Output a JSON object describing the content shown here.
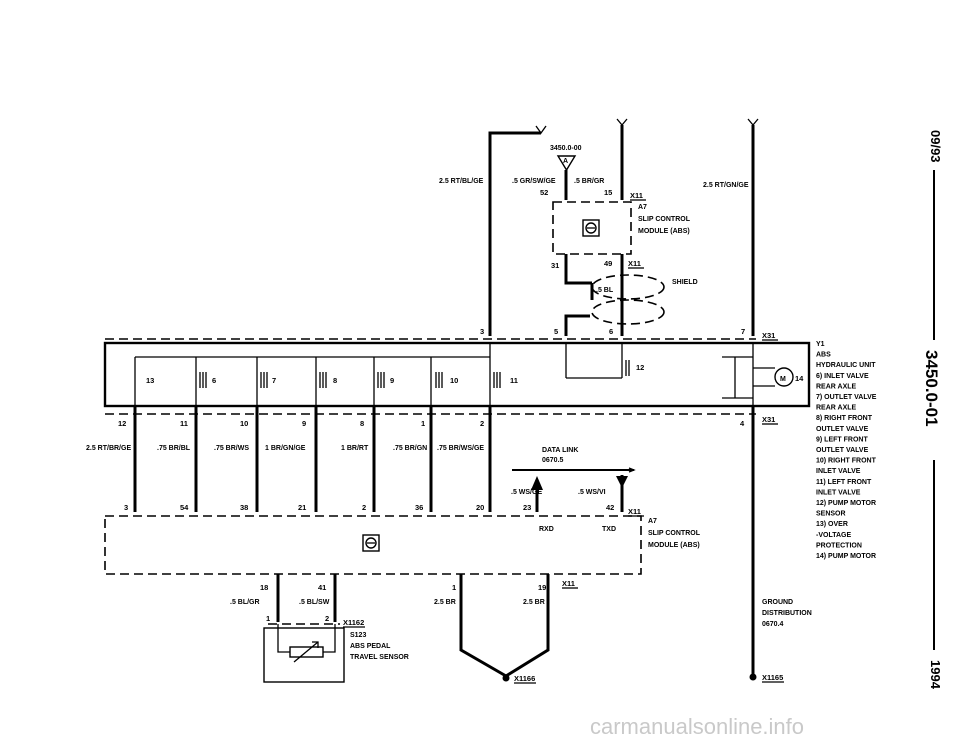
{
  "page": {
    "side_date": "09/93",
    "side_code": "3450.0-01",
    "side_year": "1994",
    "watermark": "carmanualsonline.info"
  },
  "top": {
    "ref": "3450.0-00",
    "ref_letter": "A",
    "w1": "2.5 RT/BL/GE",
    "w2": ".5 GR/SW/GE",
    "w3": ".5 BR/GR",
    "w4": "2.5 RT/GN/GE",
    "pin52": "52",
    "pin15": "15",
    "x11a": "X11",
    "a7": "A7",
    "scm1": "SLIP CONTROL",
    "scm2": "MODULE (ABS)",
    "pin31": "31",
    "pin49": "49",
    "x11b": "X11",
    "bl": ".5 BL",
    "shield": "SHIELD",
    "pin3": "3",
    "pin5": "5",
    "pin6": "6",
    "pin7": "7",
    "x31a": "X31"
  },
  "unit": {
    "v13": "13",
    "v6": "6",
    "v7": "7",
    "v8": "8",
    "v9": "9",
    "v10": "10",
    "v11": "11",
    "v12": "12",
    "v14": "14"
  },
  "legend": [
    "Y1",
    "ABS",
    "HYDRAULIC UNIT",
    "6)  INLET VALVE",
    "     REAR AXLE",
    "7)  OUTLET VALVE",
    "     REAR AXLE",
    "8)  RIGHT FRONT",
    "     OUTLET VALVE",
    "9)  LEFT FRONT",
    "     OUTLET VALVE",
    "10) RIGHT FRONT",
    "     INLET VALVE",
    "11) LEFT FRONT",
    "     INLET VALVE",
    "12) PUMP MOTOR",
    "     SENSOR",
    "13) OVER",
    "     -VOLTAGE",
    "     PROTECTION",
    "14) PUMP MOTOR"
  ],
  "mid": {
    "p12": "12",
    "p11": "11",
    "p10": "10",
    "p9": "9",
    "p8": "8",
    "p1": "1",
    "p2": "2",
    "p4": "4",
    "x31b": "X31",
    "c1": "2.5 RT/BR/GE",
    "c2": ".75 BR/BL",
    "c3": ".75 BR/WS",
    "c4": "1 BR/GN/GE",
    "c5": "1 BR/RT",
    "c6": ".75 BR/GN",
    "c7": ".75 BR/WS/GE",
    "datalink": "DATA LINK",
    "datalink_ref": "0670.5",
    "wsge": ".5 WS/GE",
    "wsvi": ".5 WS/VI",
    "b3": "3",
    "b54": "54",
    "b38": "38",
    "b21": "21",
    "b2": "2",
    "b36": "36",
    "b20": "20",
    "b23": "23",
    "b42": "42",
    "x11c": "X11",
    "rxd": "RXD",
    "txd": "TXD",
    "a7": "A7",
    "scm1": "SLIP CONTROL",
    "scm2": "MODULE (ABS)"
  },
  "bottom": {
    "p18": "18",
    "p41": "41",
    "p1": "1",
    "p19": "19",
    "x11d": "X11",
    "blgr": ".5 BL/GR",
    "blsw": ".5 BL/SW",
    "br1": "2.5 BR",
    "br2": "2.5 BR",
    "s1": "1",
    "s2": "2",
    "x1162": "X1162",
    "s123": "S123",
    "pedal1": "ABS PEDAL",
    "pedal2": "TRAVEL SENSOR",
    "x1166": "X1166",
    "gnd1": "GROUND",
    "gnd2": "DISTRIBUTION",
    "gnd3": "0670.4",
    "x1165": "X1165"
  }
}
